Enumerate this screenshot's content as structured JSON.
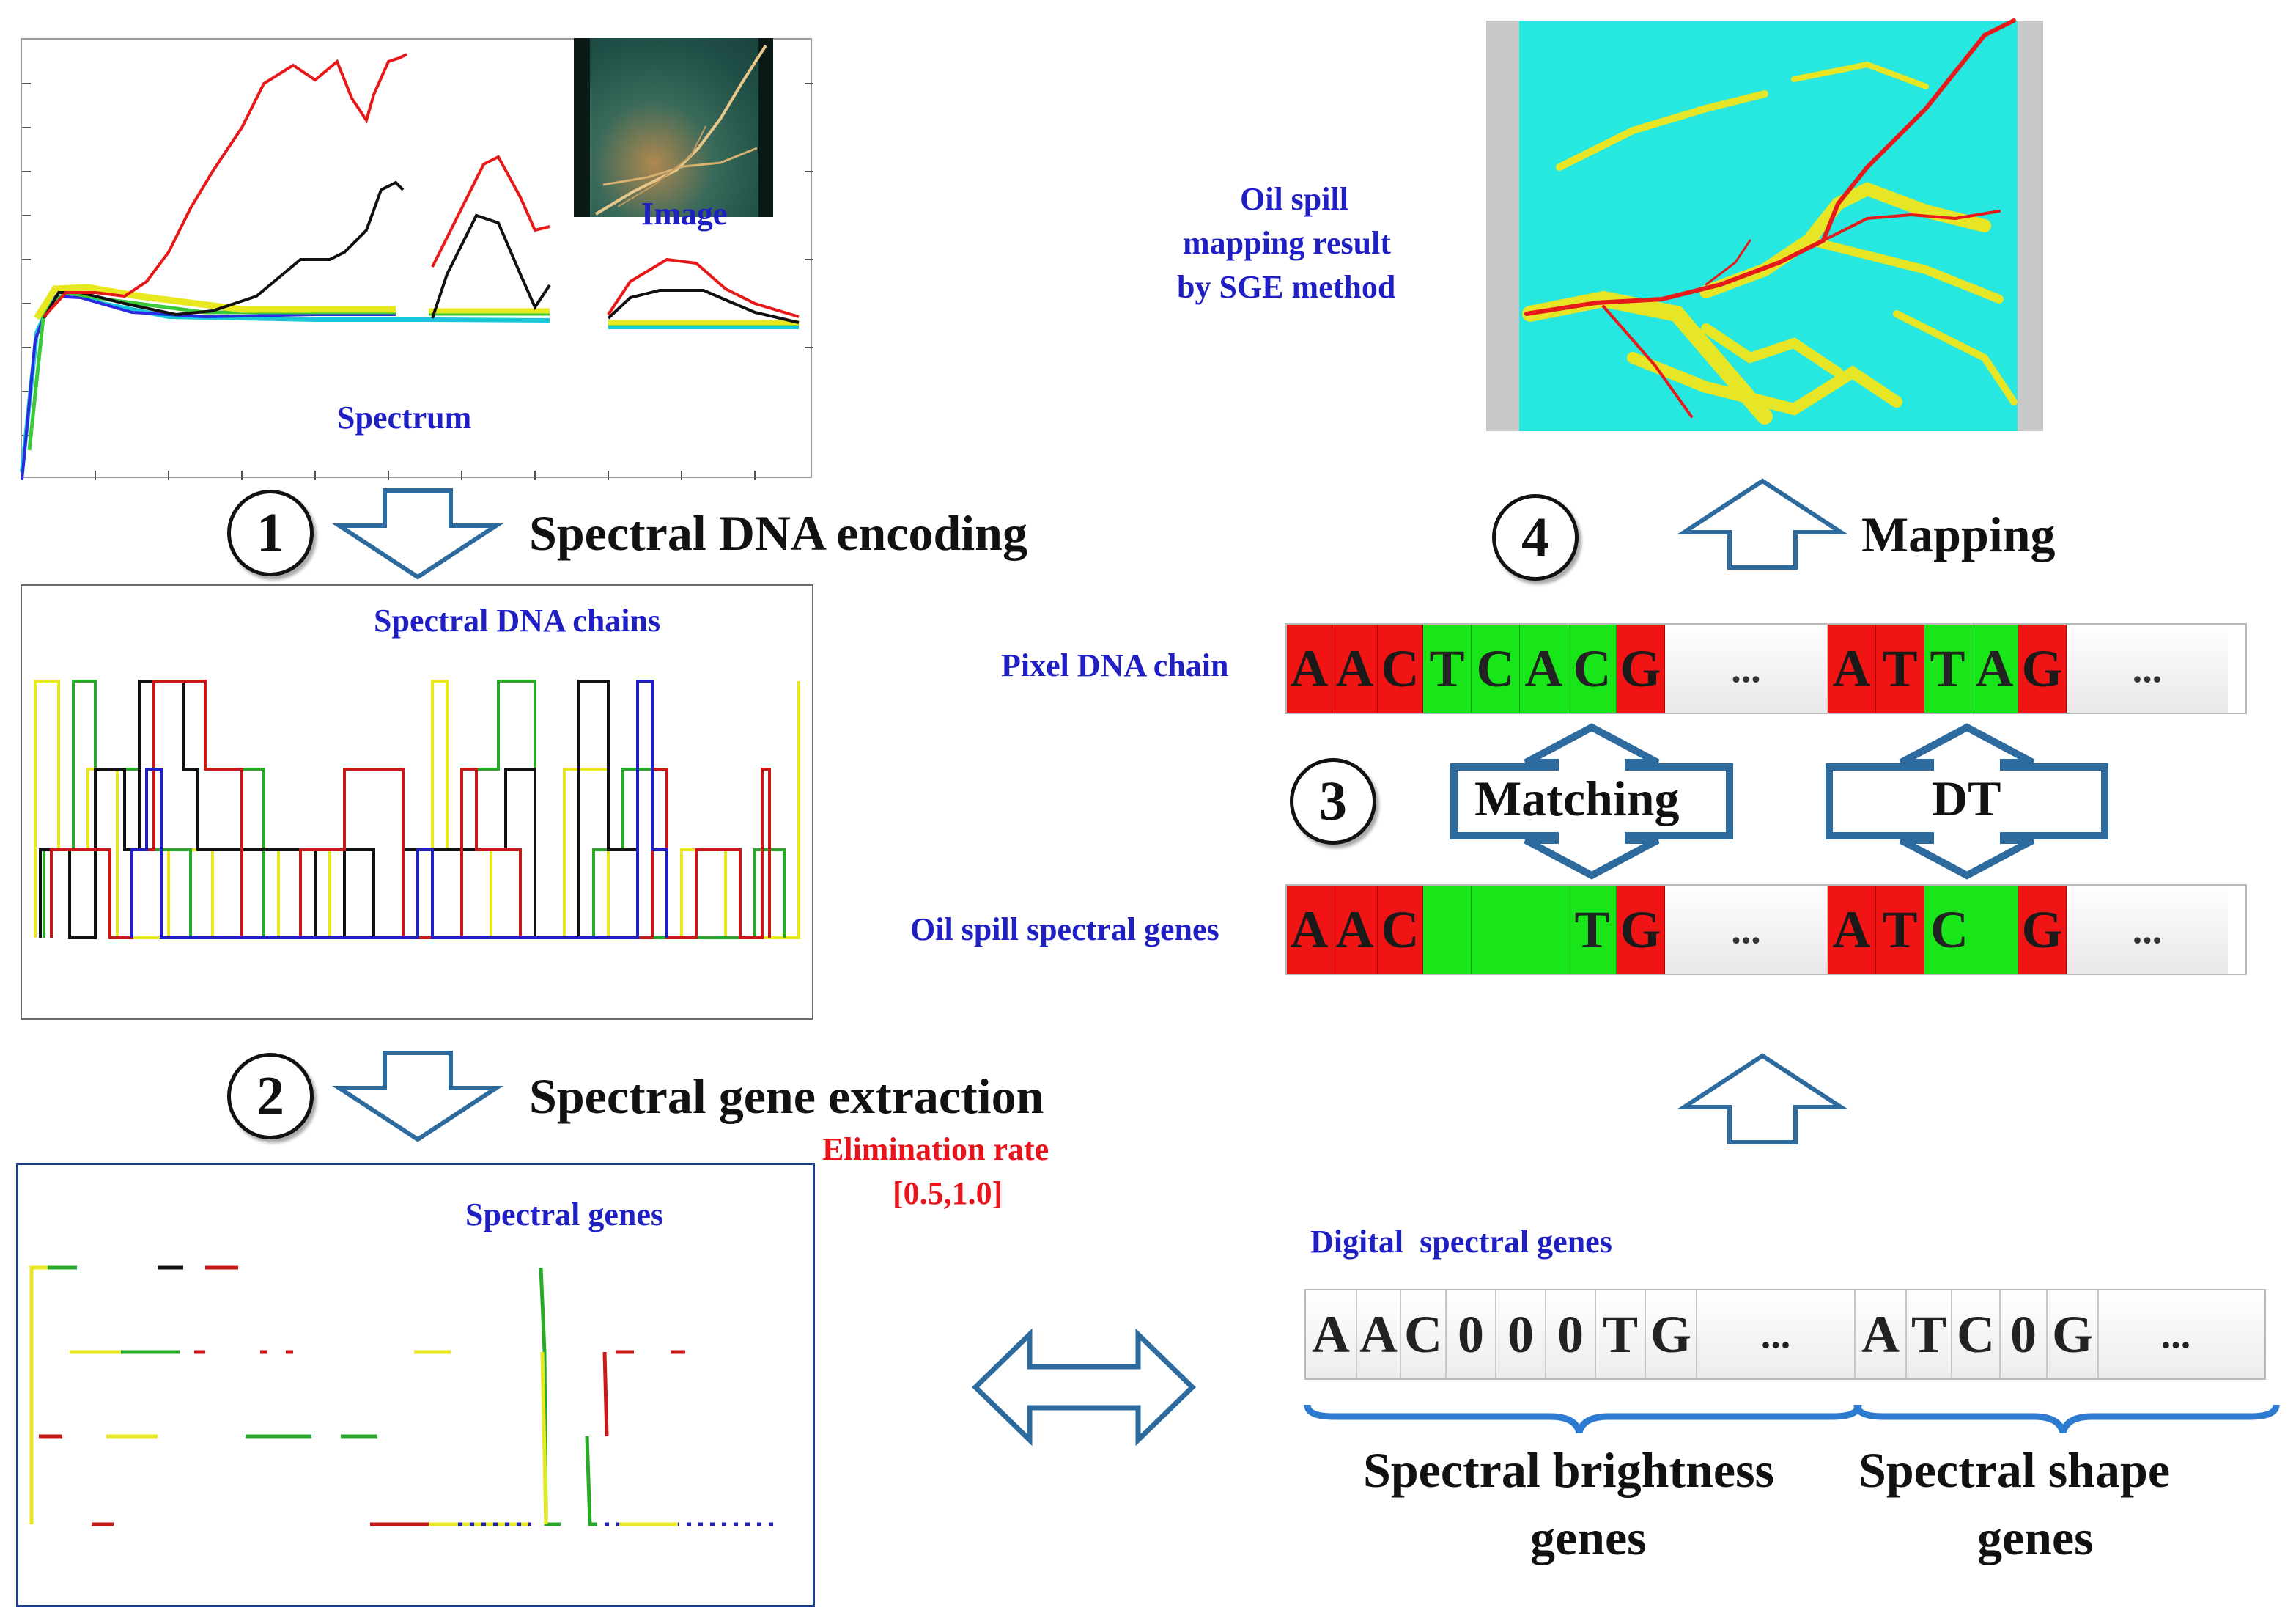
{
  "panel1": {
    "image_label": "Image",
    "spectrum_label": "Spectrum"
  },
  "panel2": {
    "title": "Spectral DNA chains"
  },
  "panel3": {
    "title": "Spectral genes"
  },
  "step1": {
    "number": "1",
    "label": "Spectral DNA encoding"
  },
  "step2": {
    "number": "2",
    "label": "Spectral gene extraction"
  },
  "step3": {
    "number": "3",
    "matching": "Matching",
    "dt": "DT"
  },
  "step4": {
    "number": "4",
    "label": "Mapping"
  },
  "elimination": {
    "line1": "Elimination rate",
    "line2": "[0.5,1.0]"
  },
  "result": {
    "line1": "Oil spill",
    "line2": "mapping result",
    "line3": "by SGE method"
  },
  "pixel_chain": {
    "label": "Pixel DNA chain",
    "cells": [
      "A",
      "A",
      "C",
      "T",
      "C",
      "A",
      "C",
      "G",
      "...",
      "A",
      "T",
      "T",
      "A",
      "G",
      "..."
    ]
  },
  "oil_genes": {
    "label": "Oil spill spectral genes",
    "cells": [
      "A",
      "A",
      "C",
      "",
      "",
      "T",
      "G",
      "...",
      "A",
      "T",
      "C",
      "G",
      "..."
    ]
  },
  "digital_genes": {
    "label": "Digital  spectral genes",
    "cells": [
      "A",
      "A",
      "C",
      "0",
      "0",
      "0",
      "T",
      "G",
      "...",
      "A",
      "T",
      "C",
      "0",
      "G",
      "..."
    ]
  },
  "brightness": {
    "line1": "Spectral brightness",
    "line2": "genes"
  },
  "shape": {
    "line1": "Spectral shape",
    "line2": "genes"
  },
  "colors": {
    "red": "#f01414",
    "green": "#19e619",
    "blue_text": "#1f1fc4",
    "arrow": "#2d6b9f"
  }
}
